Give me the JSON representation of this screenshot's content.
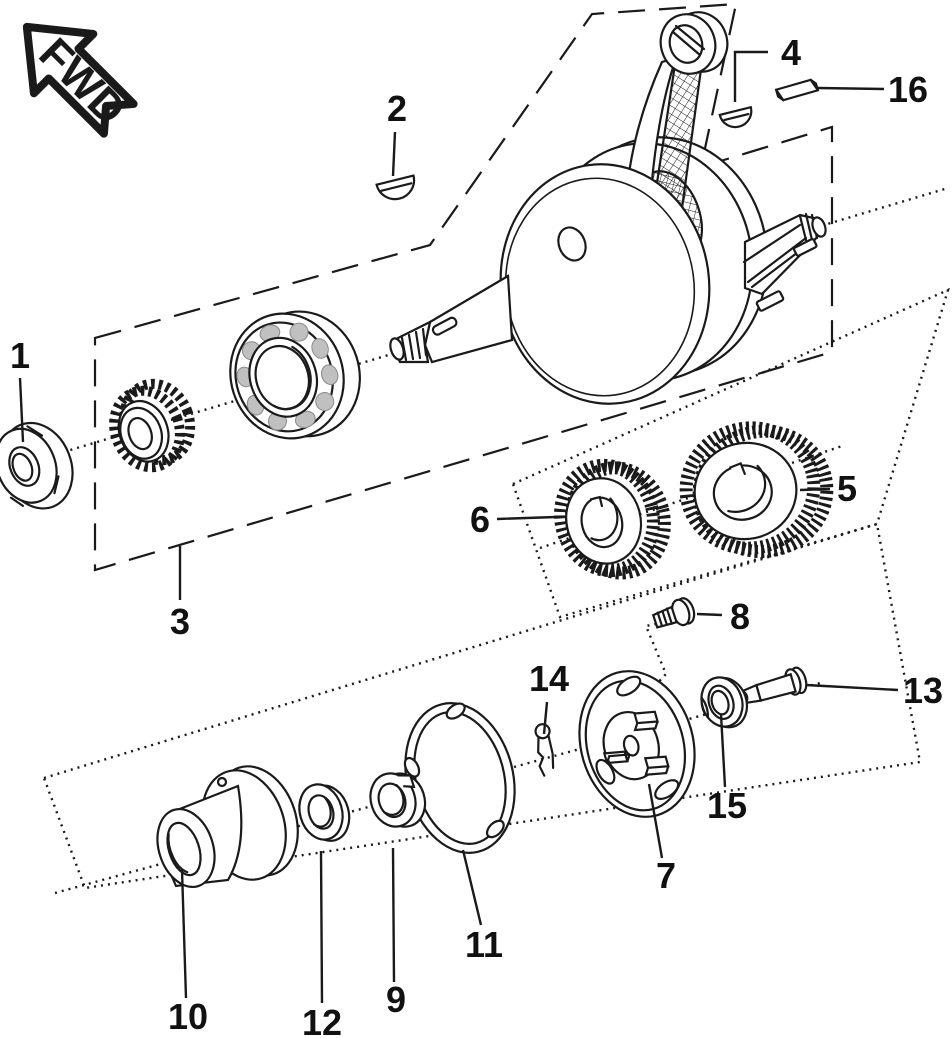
{
  "fwd_label": "FWD",
  "colors": {
    "line": "#1a1a1a",
    "background": "#ffffff",
    "ball_shade": "#c0c0c0"
  },
  "parts": [
    {
      "number": "1"
    },
    {
      "number": "2"
    },
    {
      "number": "3"
    },
    {
      "number": "4"
    },
    {
      "number": "5"
    },
    {
      "number": "6"
    },
    {
      "number": "7"
    },
    {
      "number": "8"
    },
    {
      "number": "9"
    },
    {
      "number": "10"
    },
    {
      "number": "11"
    },
    {
      "number": "12"
    },
    {
      "number": "13"
    },
    {
      "number": "14"
    },
    {
      "number": "15"
    },
    {
      "number": "16"
    }
  ]
}
